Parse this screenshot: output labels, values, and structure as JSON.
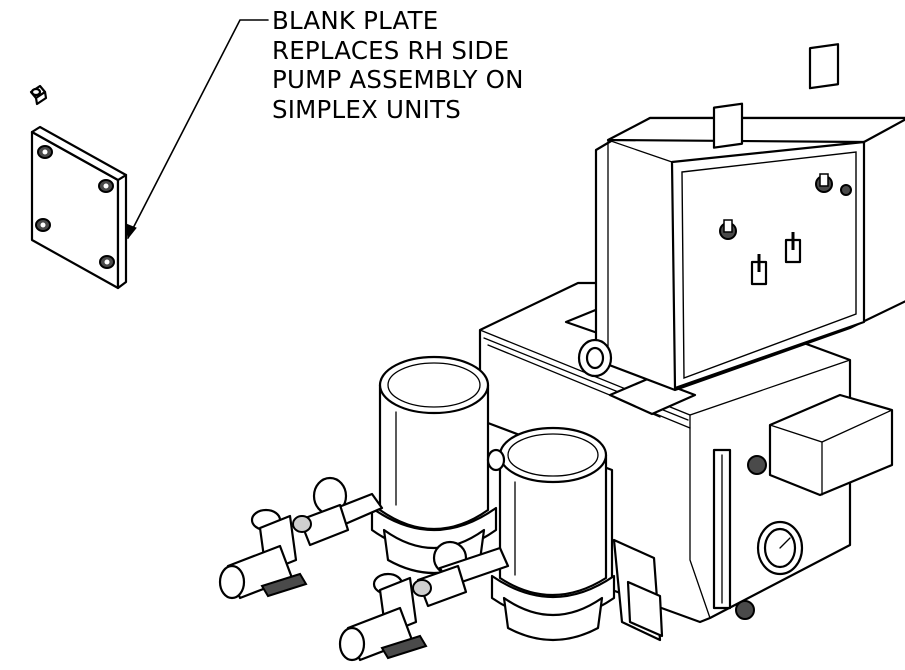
{
  "callout": {
    "lines": [
      "BLANK PLATE",
      "REPLACES RH SIDE",
      "PUMP ASSEMBLY ON",
      "SIMPLEX UNITS"
    ]
  }
}
